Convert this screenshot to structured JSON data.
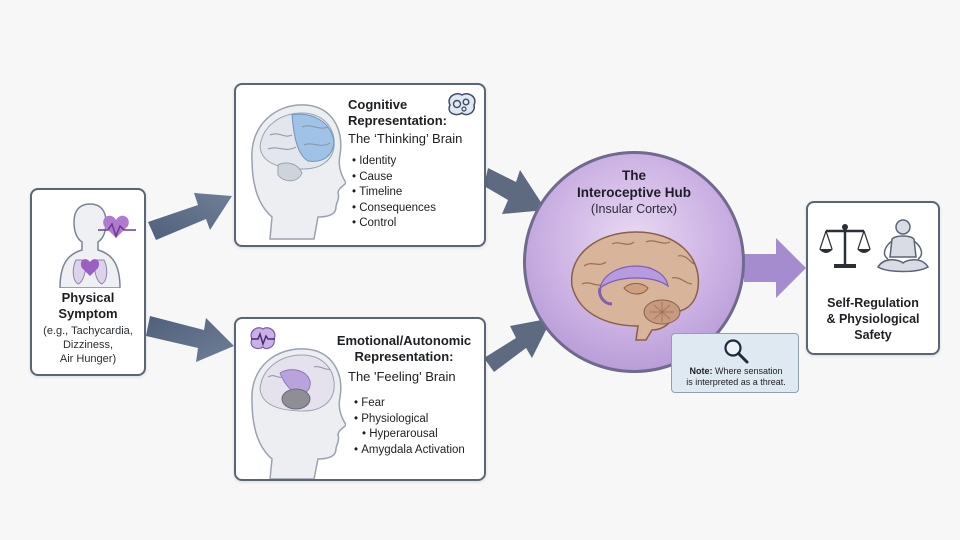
{
  "physical": {
    "title_line1": "Physical",
    "title_line2": "Symptom",
    "sub_line1": "(e.g., Tachycardia,",
    "sub_line2": "Dizziness,",
    "sub_line3": "Air Hunger)"
  },
  "cognitive": {
    "title_line1": "Cognitive",
    "title_line2": "Representation:",
    "subtitle": "The ‘Thinking’ Brain",
    "items": [
      "Identity",
      "Cause",
      "Timeline",
      "Consequences",
      "Control"
    ]
  },
  "emotional": {
    "title_line1": "Emotional/Autonomic",
    "title_line2": "Representation:",
    "subtitle": "The 'Feeling' Brain",
    "items": [
      "Fear",
      "Physiological",
      "Hyperarousal",
      "Amygdala Activation"
    ]
  },
  "hub": {
    "title_line1": "The",
    "title_line2": "Interoceptive Hub",
    "subtitle": "(Insular Cortex)"
  },
  "note": {
    "label": "Note:",
    "text_line1": " Where sensation",
    "text_line2": "is interpreted as a threat."
  },
  "outcome": {
    "title_line1": "Self-Regulation",
    "title_line2": "& Physiological",
    "title_line3": "Safety"
  },
  "colors": {
    "arrow_gray": "#5d6a80",
    "arrow_purple": "#a48ccf",
    "box_border": "#5a6577",
    "brain_blue": "#9fc2e6",
    "brain_purple": "#b9a3dc",
    "heart": "#b07ad0"
  },
  "icons": [
    "heart-pulse-icon",
    "brain-gears-icon",
    "brain-pulse-icon",
    "magnifier-icon",
    "scales-icon",
    "meditation-icon"
  ]
}
